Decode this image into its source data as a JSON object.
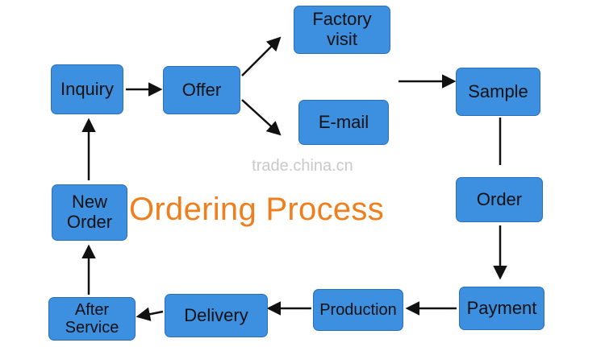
{
  "title": "Ordering Process",
  "watermark": "trade.china.cn",
  "colors": {
    "box": "#3d8fe0",
    "title": "#f07e1c",
    "arrow": "#111111"
  },
  "steps": {
    "inquiry": "Inquiry",
    "offer": "Offer",
    "factory_visit": "Factory\nvisit",
    "email": "E-mail",
    "sample": "Sample",
    "order": "Order",
    "payment": "Payment",
    "production": "Production",
    "delivery": "Delivery",
    "after_service": "After\nService",
    "new_order": "New\nOrder"
  }
}
